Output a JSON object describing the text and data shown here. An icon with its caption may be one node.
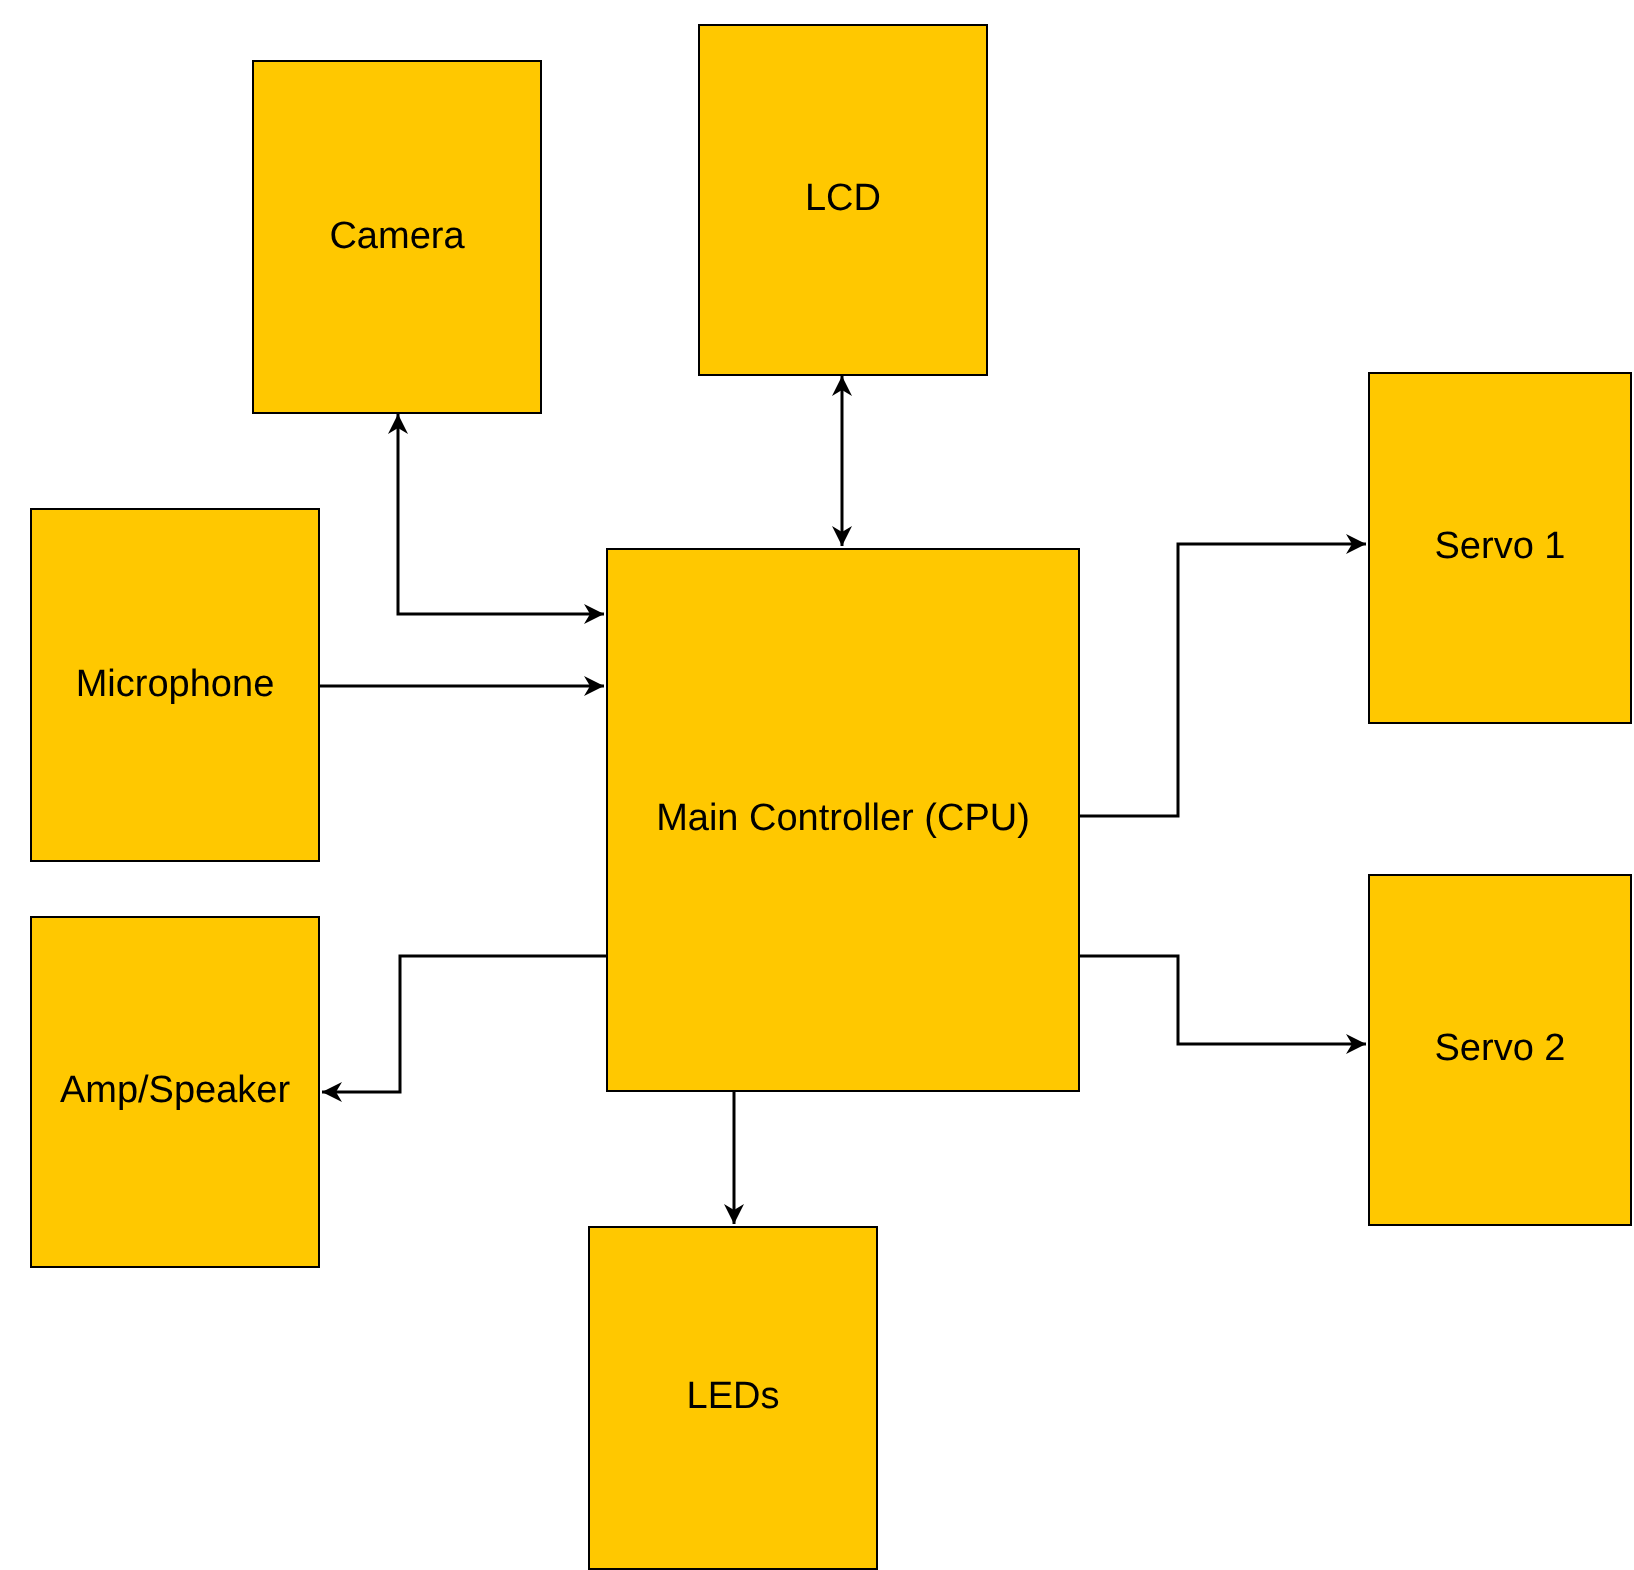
{
  "diagram": {
    "nodes": [
      {
        "text": [
          "Camera"
        ]
      },
      {
        "text": [
          "LCD"
        ]
      },
      {
        "text": [
          "Servo 1"
        ]
      },
      {
        "text": [
          "Microphone"
        ]
      },
      {
        "text": [
          "Main Controller (CPU)"
        ]
      },
      {
        "text": [
          "Amp/Speaker"
        ]
      },
      {
        "text": [
          "Servo 2"
        ]
      },
      {
        "text": [
          "LEDs"
        ]
      }
    ],
    "edges": [
      {
        "from": 0,
        "to": 4,
        "arrow": "both"
      },
      {
        "from": 1,
        "to": 4,
        "arrow": "both"
      },
      {
        "from": 3,
        "to": 4,
        "arrow": "to"
      },
      {
        "from": 4,
        "to": 2,
        "arrow": "to"
      },
      {
        "from": 4,
        "to": 6,
        "arrow": "to"
      },
      {
        "from": 4,
        "to": 5,
        "arrow": "to"
      },
      {
        "from": 4,
        "to": 7,
        "arrow": "to"
      }
    ]
  }
}
